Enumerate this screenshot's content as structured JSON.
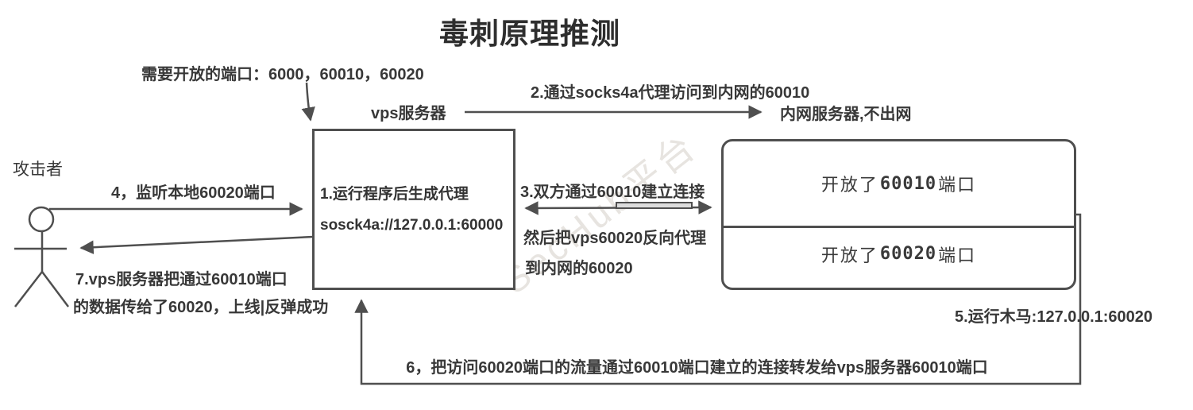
{
  "title": "毒刺原理推测",
  "watermark": "SecHub平台",
  "colors": {
    "stroke": "#4f4f4f",
    "text": "#383838",
    "watermark": "#e7e4e0",
    "background": "#ffffff"
  },
  "labels": {
    "ports_note": "需要开放的端口：6000，60010，60020",
    "vps": "vps服务器",
    "step2": "2.通过socks4a代理访问到内网的60010",
    "intranet": "内网服务器,不出网",
    "attacker": "攻击者",
    "step4": "4，监听本地60020端口",
    "step3_line1": "3.双方通过60010建立连接",
    "step3_line2": "然后把vps60020反向代理",
    "step3_line3": "到内网的60020",
    "step7_line1": "7.vps服务器把通过60010端口",
    "step7_line2": "的数据传给了60020，上线|反弹成功",
    "step5": "5.运行木马:127.0.0.1:60020",
    "step6": "6，把访问60020端口的流量通过60010端口建立的连接转发给vps服务器60010端口"
  },
  "vps_box": {
    "line1": "1.运行程序后生成代理",
    "line2": "sosck4a://127.0.0.1:60000"
  },
  "intranet_box": {
    "top": {
      "prefix": "开放了",
      "port": "60010",
      "suffix": "端口"
    },
    "bottom": {
      "prefix": "开放了",
      "port": "60020",
      "suffix": "端口"
    }
  }
}
